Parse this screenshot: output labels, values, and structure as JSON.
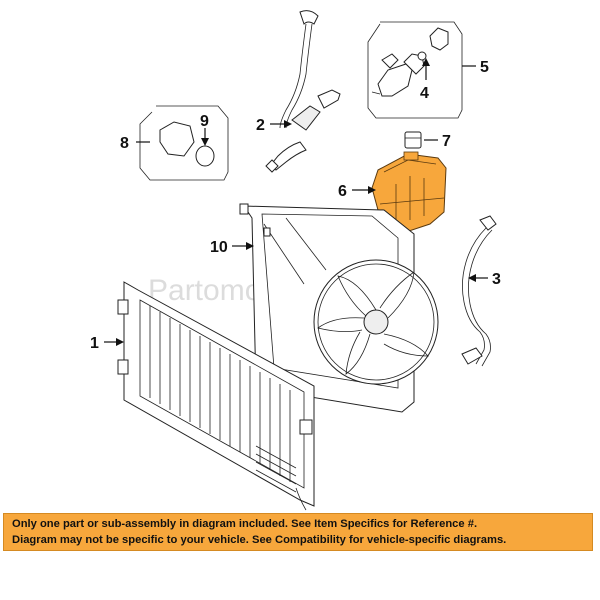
{
  "watermark": "Partomotive.com",
  "callouts": [
    {
      "id": "1",
      "label": "1"
    },
    {
      "id": "2",
      "label": "2"
    },
    {
      "id": "3",
      "label": "3"
    },
    {
      "id": "4",
      "label": "4"
    },
    {
      "id": "5",
      "label": "5"
    },
    {
      "id": "6",
      "label": "6"
    },
    {
      "id": "7",
      "label": "7"
    },
    {
      "id": "8",
      "label": "8"
    },
    {
      "id": "9",
      "label": "9"
    },
    {
      "id": "10",
      "label": "10"
    }
  ],
  "notice": {
    "line1": "Only one part or sub-assembly in diagram included. See Item Specifics for Reference #.",
    "line2": "Diagram may not be specific to your vehicle. See Compatibility for vehicle-specific diagrams."
  },
  "colors": {
    "reservoir": "#f7a73c",
    "notice_background": "#f7a73c",
    "line": "#111111"
  }
}
